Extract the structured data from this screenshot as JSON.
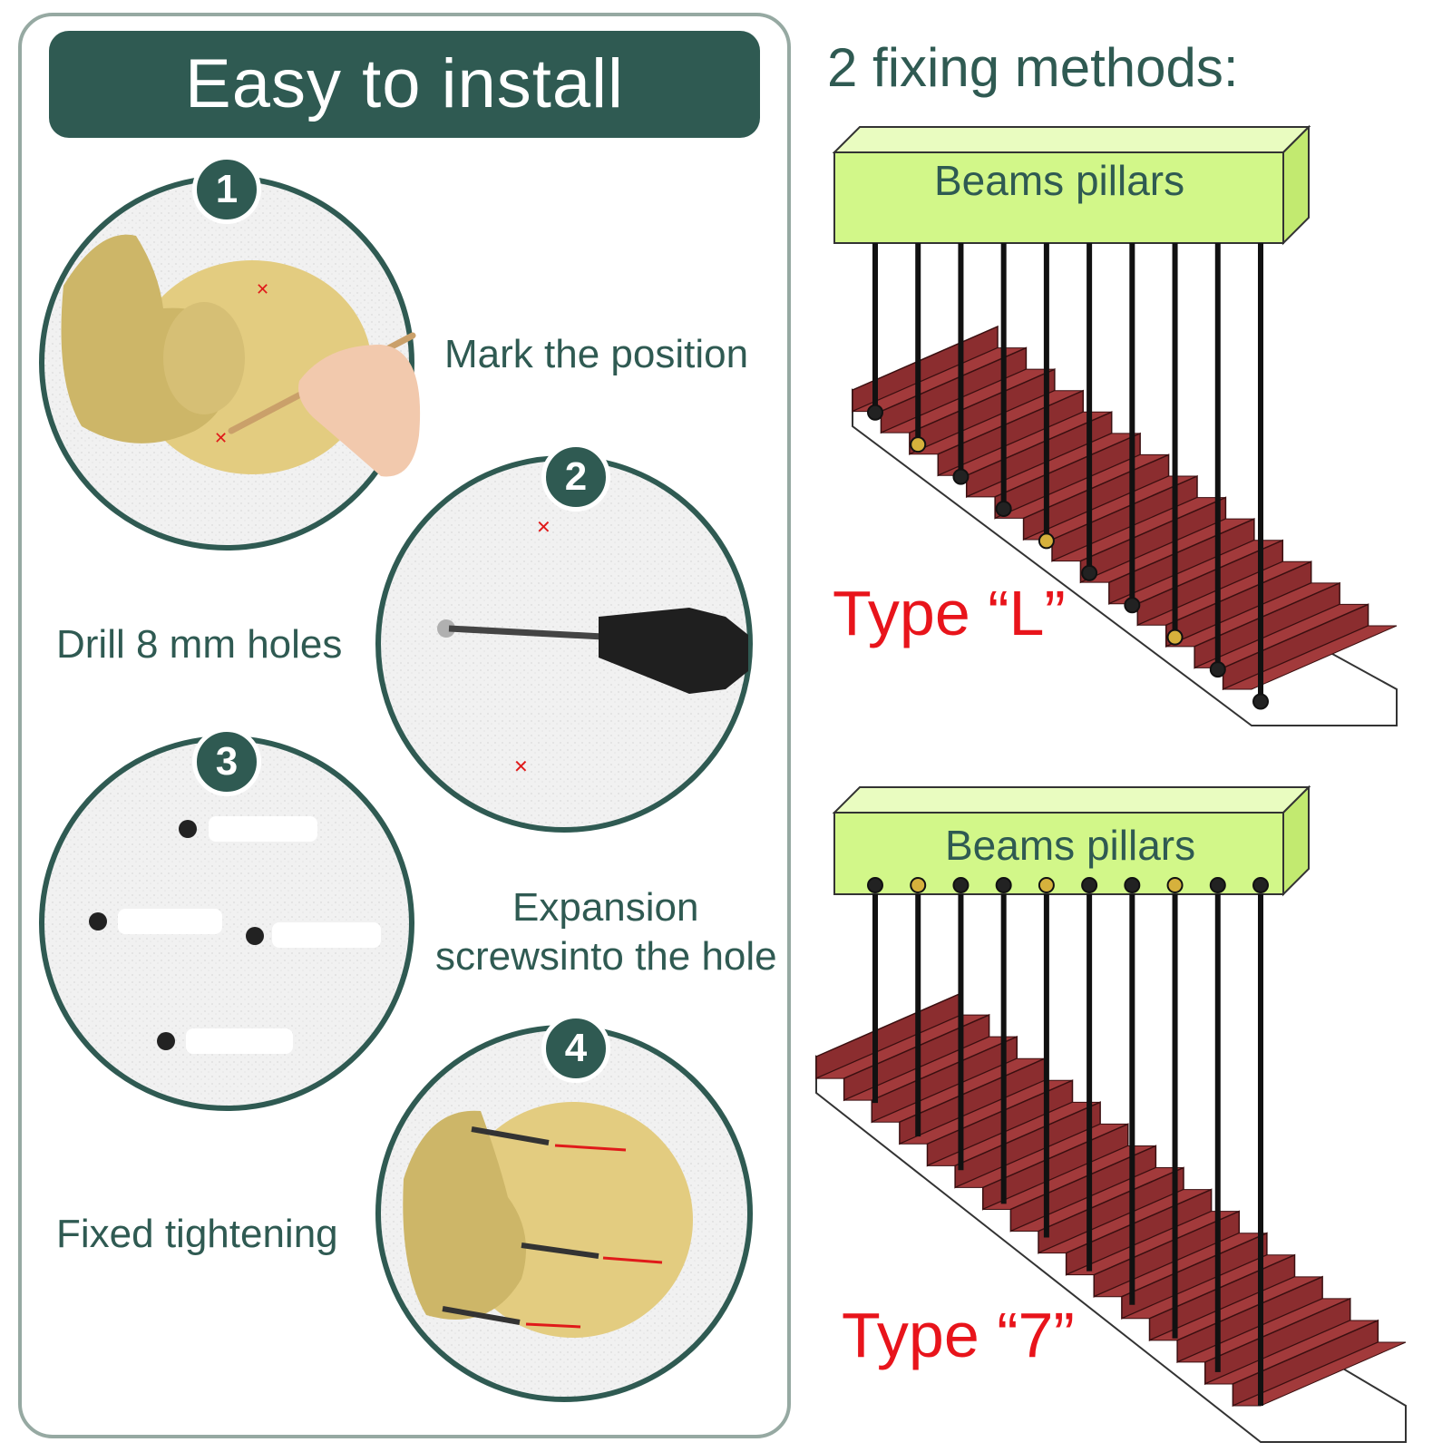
{
  "header": {
    "title": "Easy to install"
  },
  "steps": [
    {
      "number": "1",
      "label": "Mark the position"
    },
    {
      "number": "2",
      "label": "Drill 8 mm holes"
    },
    {
      "number": "3",
      "label_line1": "Expansion",
      "label_line2": "screwsinto the hole"
    },
    {
      "number": "4",
      "label": "Fixed tightening"
    }
  ],
  "methods": {
    "title": "2 fixing methods:",
    "diagrams": [
      {
        "beam_label": "Beams pillars",
        "type_label": "Type “L”"
      },
      {
        "beam_label": "Beams pillars",
        "type_label": "Type “7”"
      }
    ]
  },
  "colors": {
    "accent": "#2f5a52",
    "type_red": "#e8141b",
    "beam_green": "#d2f789",
    "stair_red": "#8b2d2f",
    "flange_gold": "#d8c68a"
  }
}
